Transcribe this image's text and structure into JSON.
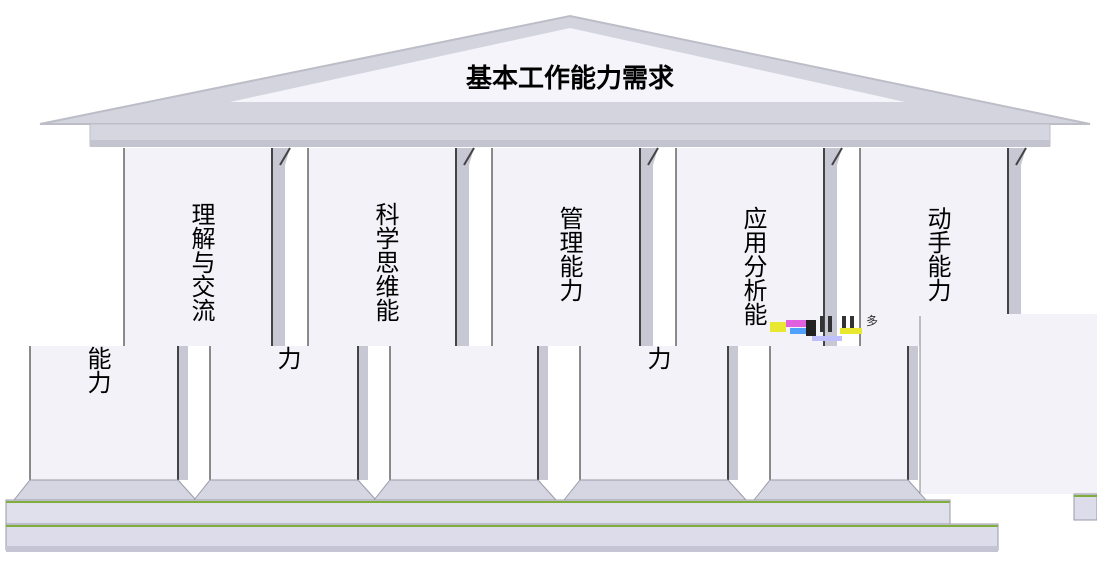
{
  "diagram": {
    "roof_title": "基本工作能力需求",
    "pillars": [
      {
        "label": "理解与交流",
        "fragment": "能力"
      },
      {
        "label": "科学思维能",
        "fragment": "力"
      },
      {
        "label": "管理能力",
        "fragment": ""
      },
      {
        "label": "应用分析能",
        "fragment": "力"
      },
      {
        "label": "动手能力",
        "fragment": ""
      }
    ],
    "glitch_text": "多",
    "colors": {
      "roof_fill": "#d4d4de",
      "roof_inner": "#f4f4fa",
      "pillar_face": "#f2f2f8",
      "pillar_shadow": "#bfbfcc",
      "base_fill": "#e0e0ec",
      "base_line": "#7fae3c",
      "outline": "#444444"
    }
  }
}
